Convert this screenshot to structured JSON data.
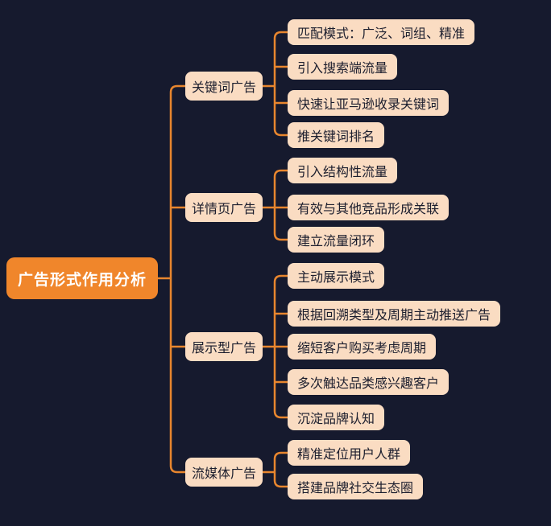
{
  "mindmap": {
    "root": {
      "label": "广告形式作用分析"
    },
    "branches": [
      {
        "label": "关键词广告",
        "children": [
          "匹配模式：广泛、词组、精准",
          "引入搜索端流量",
          "快速让亚马逊收录关键词",
          "推关键词排名"
        ]
      },
      {
        "label": "详情页广告",
        "children": [
          "引入结构性流量",
          "有效与其他竞品形成关联",
          "建立流量闭环"
        ]
      },
      {
        "label": "展示型广告",
        "children": [
          "主动展示模式",
          "根据回溯类型及周期主动推送广告",
          "缩短客户购买考虑周期",
          "多次触达品类感兴趣客户",
          "沉淀品牌认知"
        ]
      },
      {
        "label": "流媒体广告",
        "children": [
          "精准定位用户人群",
          "搭建品牌社交生态圈"
        ]
      }
    ],
    "colors": {
      "background": "#161A2E",
      "connector": "#E8862E",
      "root_fill": "#F0862B",
      "root_text": "#FFFFFF",
      "node_fill": "#FADCC2",
      "node_text": "#1C1E2E"
    }
  }
}
